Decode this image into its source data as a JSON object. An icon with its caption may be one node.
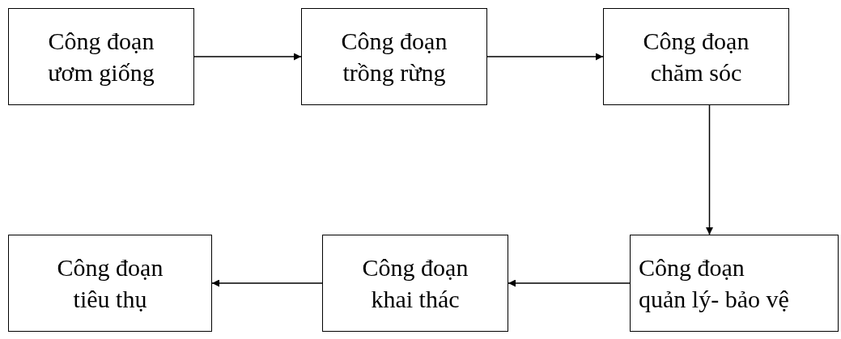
{
  "diagram": {
    "nodes": [
      {
        "text": [
          "Công đoạn ươm giống"
        ]
      },
      {
        "text": [
          "Công đoạn trồng rừng"
        ]
      },
      {
        "text": [
          "Công đoạn chăm sóc"
        ]
      },
      {
        "text": [
          "Công đoạn quản lý- bảo vệ"
        ]
      },
      {
        "text": [
          "Công đoạn khai thác"
        ]
      },
      {
        "text": [
          "Công đoạn tiêu thụ"
        ]
      }
    ],
    "edges": [
      {
        "from": 0,
        "to": 1,
        "arrow": "to"
      },
      {
        "from": 1,
        "to": 2,
        "arrow": "to"
      },
      {
        "from": 2,
        "to": 3,
        "arrow": "to"
      },
      {
        "from": 3,
        "to": 4,
        "arrow": "to"
      },
      {
        "from": 4,
        "to": 5,
        "arrow": "to"
      }
    ]
  }
}
